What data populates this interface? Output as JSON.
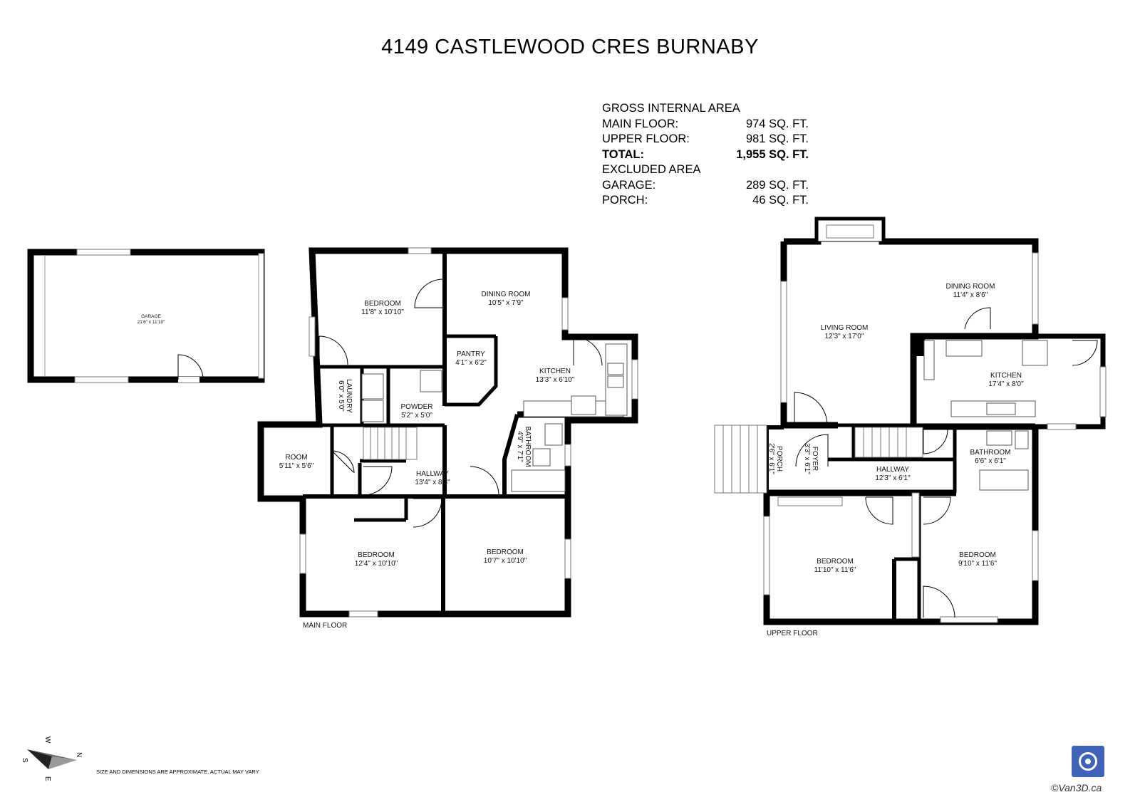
{
  "title": "4149 CASTLEWOOD CRES BURNABY",
  "area": {
    "gross_heading": "GROSS INTERNAL AREA",
    "main_label": "MAIN FLOOR:",
    "main_value": "974 SQ. FT.",
    "upper_label": "UPPER FLOOR:",
    "upper_value": "981 SQ. FT.",
    "total_label": "TOTAL:",
    "total_value": "1,955 SQ. FT.",
    "excluded_heading": "EXCLUDED AREA",
    "garage_label": "GARAGE:",
    "garage_value": "289 SQ. FT.",
    "porch_label": "PORCH:",
    "porch_value": "46 SQ. FT."
  },
  "garage": {
    "name": "GARAGE",
    "dims": "21'6\" x 11'10\""
  },
  "main_floor": {
    "label": "MAIN FLOOR",
    "rooms": {
      "bedroom_nw": {
        "name": "BEDROOM",
        "dims": "11'8\" x 10'10\""
      },
      "dining": {
        "name": "DINING ROOM",
        "dims": "10'5\" x 7'9\""
      },
      "pantry": {
        "name": "PANTRY",
        "dims": "4'1\" x 6'2\""
      },
      "kitchen": {
        "name": "KITCHEN",
        "dims": "13'3\" x 6'10\""
      },
      "laundry": {
        "name": "LAUNDRY",
        "dims": "6'0\" x 5'0\""
      },
      "powder": {
        "name": "POWDER",
        "dims": "5'2\" x 5'0\""
      },
      "bathroom": {
        "name": "BATHROOM",
        "dims": "4'9\" x 7'1\""
      },
      "room": {
        "name": "ROOM",
        "dims": "5'11\" x 5'6\""
      },
      "hallway": {
        "name": "HALLWAY",
        "dims": "13'4\" x 8'3\""
      },
      "bedroom_sw": {
        "name": "BEDROOM",
        "dims": "12'4\" x 10'10\""
      },
      "bedroom_se": {
        "name": "BEDROOM",
        "dims": "10'7\" x 10'10\""
      }
    }
  },
  "upper_floor": {
    "label": "UPPER FLOOR",
    "rooms": {
      "living": {
        "name": "LIVING ROOM",
        "dims": "12'3\" x 17'0\""
      },
      "dining": {
        "name": "DINING ROOM",
        "dims": "11'4\" x 8'6\""
      },
      "kitchen": {
        "name": "KITCHEN",
        "dims": "17'4\" x 8'0\""
      },
      "porch": {
        "name": "PORCH",
        "dims": "2'6\" x 6'1\""
      },
      "foyer": {
        "name": "FOYER",
        "dims": "3'3\" x 6'1\""
      },
      "hallway": {
        "name": "HALLWAY",
        "dims": "12'3\" x 6'1\""
      },
      "bathroom": {
        "name": "BATHROOM",
        "dims": "6'6\" x 6'1\""
      },
      "bedroom_w": {
        "name": "BEDROOM",
        "dims": "11'10\" x 11'6\""
      },
      "bedroom_e": {
        "name": "BEDROOM",
        "dims": "9'10\" x 11'6\""
      }
    }
  },
  "compass": {
    "w": "W",
    "n": "N",
    "s": "S",
    "e": "E"
  },
  "disclaimer": "SIZE AND DIMENSIONS ARE APPROXIMATE, ACTUAL MAY VARY",
  "credit": "©Van3D.ca",
  "colors": {
    "wall": "#000000",
    "window": "#bbbbbb",
    "logo": "#3e63b8"
  }
}
